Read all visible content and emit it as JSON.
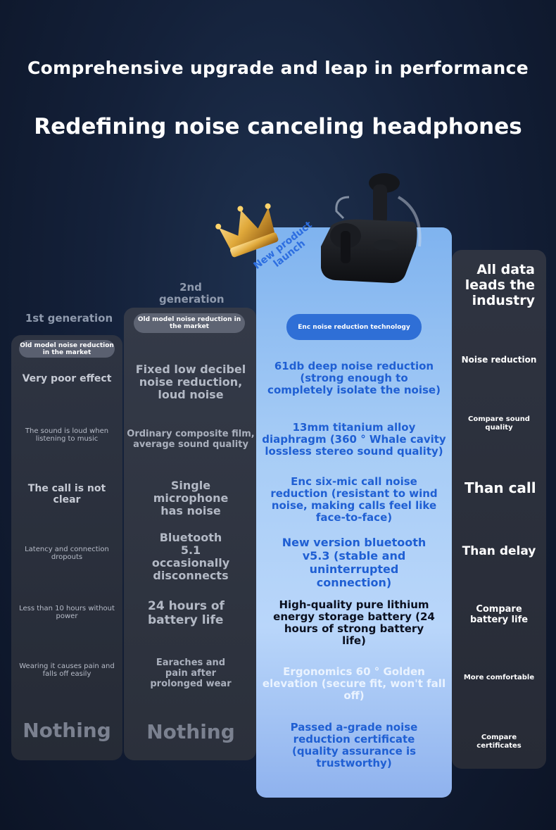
{
  "header": {
    "title": "Comprehensive upgrade and leap in performance",
    "subtitle": "Redefining noise canceling headphones"
  },
  "columns": {
    "gen1": {
      "label": "1st generation",
      "pill": "Old model noise reduction in the market",
      "rows": [
        "Very poor effect",
        "The sound is loud when listening to music",
        "The call is not clear",
        "Latency and connection dropouts",
        "Less than 10 hours without power",
        "Wearing it causes pain and falls off easily",
        "Nothing"
      ]
    },
    "gen2": {
      "label": "2nd generation",
      "pill": "Old model noise reduction in the market",
      "rows": [
        "Fixed low decibel noise reduction, loud noise",
        "Ordinary composite film, average sound quality",
        "Single microphone has noise",
        "Bluetooth 5.1 occasionally disconnects",
        "24 hours of battery life",
        "Earaches and pain after prolonged wear",
        "Nothing"
      ]
    },
    "new": {
      "ribbon": "New product launch",
      "pill": "Enc noise reduction technology",
      "rows": [
        "61db deep noise reduction (strong enough to completely isolate the noise)",
        "13mm titanium alloy diaphragm (360 ° Whale cavity lossless stereo sound quality)",
        "Enc six-mic call noise reduction (resistant to wind noise, making calls feel like face-to-face)",
        "New version bluetooth v5.3 (stable and uninterrupted connection)",
        "High-quality pure lithium energy storage battery (24 hours of strong battery life)",
        "Ergonomics 60 ° Golden elevation (secure fit, won't fall off)",
        "Passed a-grade noise reduction certificate (quality assurance is trustworthy)"
      ]
    },
    "compare": {
      "title": "All data leads the industry",
      "rows": [
        "Noise reduction",
        "Compare sound quality",
        "Than call",
        "Than delay",
        "Compare battery life",
        "More comfortable",
        "Compare certificates"
      ]
    }
  },
  "colors": {
    "accent": "#2f6fd6",
    "highlight_text": "#1f5fd3",
    "crown": "#e0a93b"
  },
  "icons": [
    "crown-icon",
    "earbuds-product-image"
  ]
}
